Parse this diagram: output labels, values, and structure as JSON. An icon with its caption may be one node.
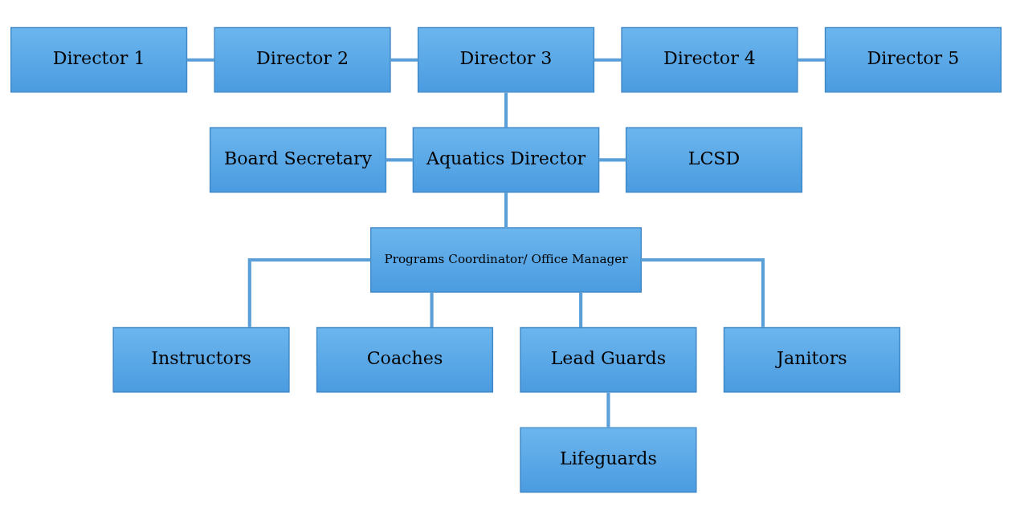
{
  "diagram": {
    "nodes": [
      {
        "text": [
          "Director 1"
        ]
      },
      {
        "text": [
          "Director 2"
        ]
      },
      {
        "text": [
          "Director 3"
        ]
      },
      {
        "text": [
          "Director 4"
        ]
      },
      {
        "text": [
          "Director 5"
        ]
      },
      {
        "text": [
          "Board Secretary"
        ]
      },
      {
        "text": [
          "Aquatics Director"
        ]
      },
      {
        "text": [
          "LCSD"
        ]
      },
      {
        "text": [
          "Programs Coordinator/ Office Manager"
        ]
      },
      {
        "text": [
          "Instructors"
        ]
      },
      {
        "text": [
          "Coaches"
        ]
      },
      {
        "text": [
          "Lead Guards"
        ]
      },
      {
        "text": [
          "Janitors"
        ]
      },
      {
        "text": [
          "Lifeguards"
        ]
      }
    ],
    "edges": [
      {
        "from": 0,
        "to": 1,
        "arrow": "none"
      },
      {
        "from": 1,
        "to": 2,
        "arrow": "none"
      },
      {
        "from": 2,
        "to": 3,
        "arrow": "none"
      },
      {
        "from": 3,
        "to": 4,
        "arrow": "none"
      },
      {
        "from": 2,
        "to": 6,
        "arrow": "none"
      },
      {
        "from": 5,
        "to": 6,
        "arrow": "none"
      },
      {
        "from": 6,
        "to": 7,
        "arrow": "none"
      },
      {
        "from": 6,
        "to": 8,
        "arrow": "none"
      },
      {
        "from": 8,
        "to": 9,
        "arrow": "none"
      },
      {
        "from": 8,
        "to": 10,
        "arrow": "none"
      },
      {
        "from": 8,
        "to": 11,
        "arrow": "none"
      },
      {
        "from": 8,
        "to": 12,
        "arrow": "none"
      },
      {
        "from": 11,
        "to": 13,
        "arrow": "none"
      }
    ]
  }
}
